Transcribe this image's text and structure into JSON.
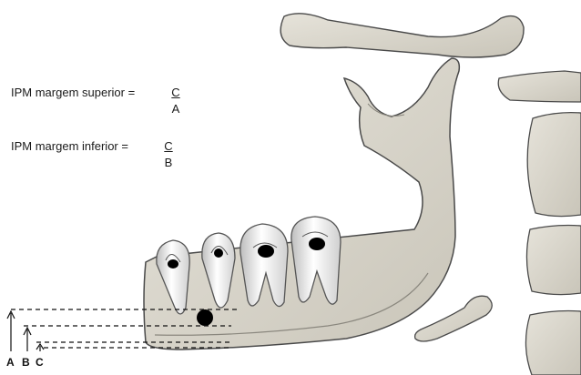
{
  "formulas": [
    {
      "label": "IPM margem superior =",
      "numerator": "C",
      "denominator": "A"
    },
    {
      "label": "IPM margem inferior =",
      "numerator": "C",
      "denominator": "B"
    }
  ],
  "markers": {
    "a": "A",
    "b": "B",
    "c": "C"
  },
  "colors": {
    "bone": "#d8d5cb",
    "bone_stroke": "#4a4a4a",
    "tooth": "#f2f2f2",
    "lesion": "#000000"
  }
}
